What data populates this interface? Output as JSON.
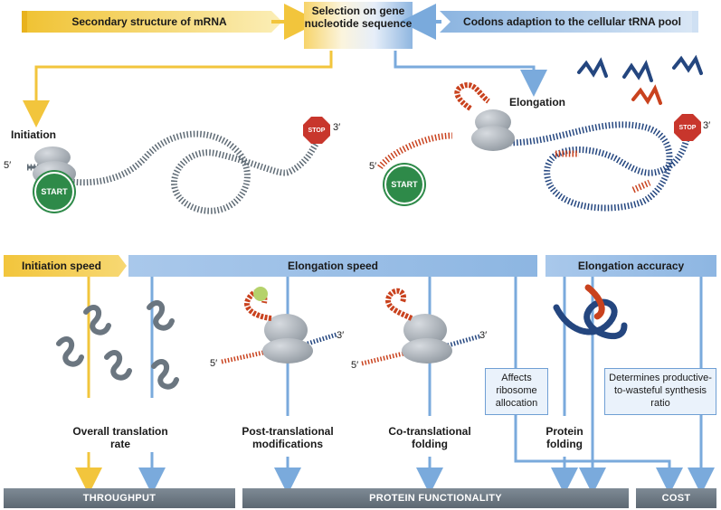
{
  "top_boxes": {
    "secondary_structure": "Secondary structure of mRNA",
    "selection": "Selection on gene nucleotide sequence",
    "codons": "Codons adaption to the cellular tRNA pool"
  },
  "stages": {
    "initiation": "Initiation",
    "elongation": "Elongation"
  },
  "markers": {
    "start": "START",
    "stop": "STOP",
    "five_prime": "5′",
    "three_prime": "3′"
  },
  "headers": {
    "initiation_speed": "Initiation speed",
    "elongation_speed": "Elongation speed",
    "elongation_accuracy": "Elongation accuracy"
  },
  "outcomes": {
    "overall_translation_rate": "Overall translation rate",
    "post_translational": "Post-translational modifications",
    "co_translational": "Co-translational folding",
    "protein_folding": "Protein folding"
  },
  "notes": {
    "affects_ribosome": "Affects ribosome allocation",
    "determines_ratio": "Determines productive-to-wasteful synthesis ratio"
  },
  "bottom_bars": {
    "throughput": "THROUGHPUT",
    "protein_functionality": "PROTEIN FUNCTIONALITY",
    "cost": "COST"
  },
  "colors": {
    "yellow": "#f2c53c",
    "blue": "#7aaadc",
    "grey_bar": "#6b7680",
    "mrna_grey": "#5f6b75",
    "mrna_blue": "#24467f",
    "mrna_red": "#c9421e",
    "start_green": "#2e8a49",
    "stop_red": "#c8362c"
  }
}
